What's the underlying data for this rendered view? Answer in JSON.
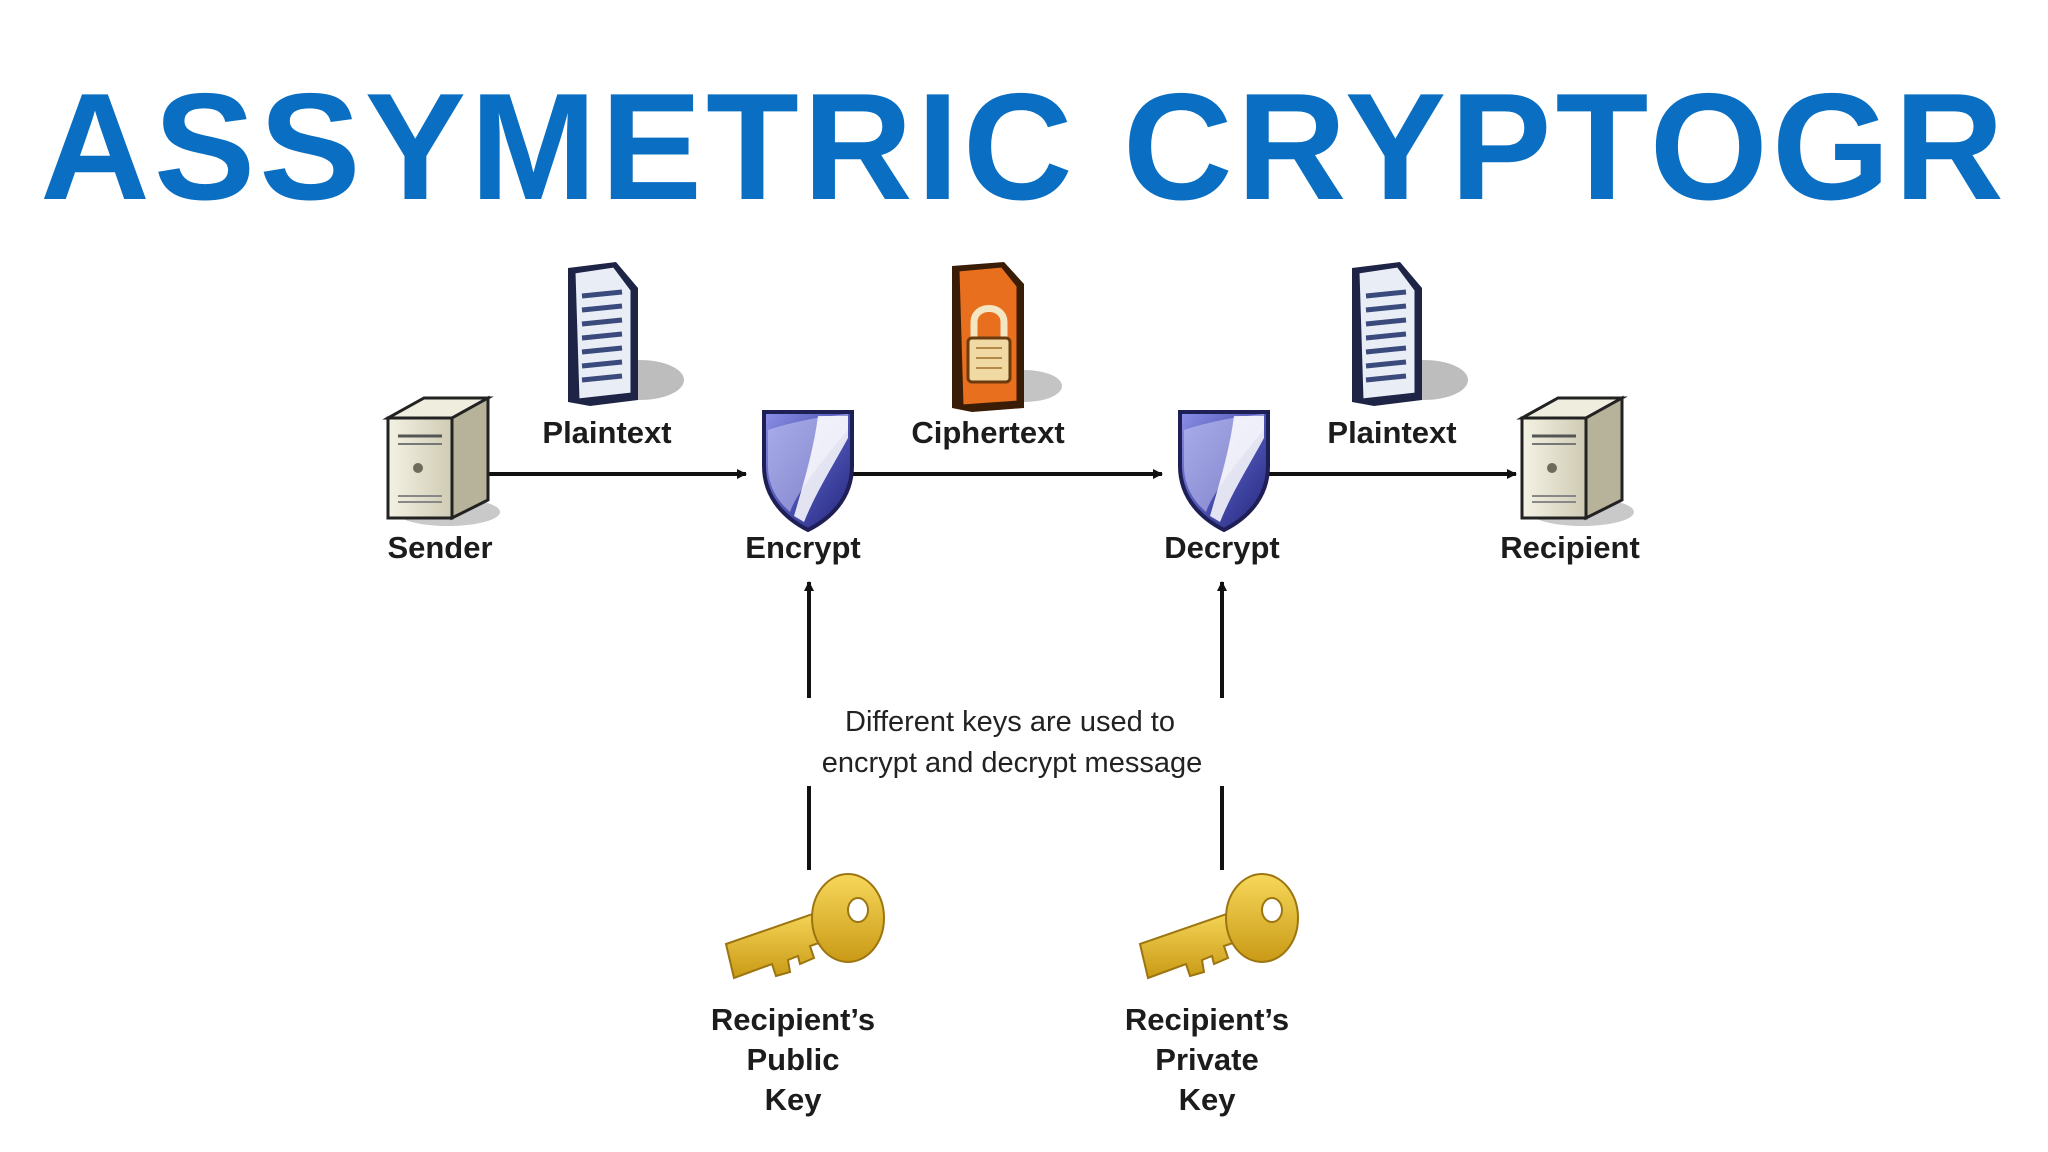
{
  "title": "ASSYMETRIC CRYPTOGR",
  "colors": {
    "title": "#0a6fc2",
    "shield": "#4a4fb0",
    "key": "#e9b92a",
    "lock_doc": "#e06a1e",
    "arrow": "#111111"
  },
  "nodes": {
    "sender": "Sender",
    "encrypt": "Encrypt",
    "decrypt": "Decrypt",
    "recipient": "Recipient"
  },
  "messages": {
    "plaintext_in": "Plaintext",
    "ciphertext": "Ciphertext",
    "plaintext_out": "Plaintext"
  },
  "note": {
    "line1": "Different keys are used to",
    "line2": "encrypt and decrypt message"
  },
  "keys": {
    "public": {
      "line1": "Recipient’s",
      "line2": "Public",
      "line3": "Key"
    },
    "private": {
      "line1": "Recipient’s",
      "line2": "Private",
      "line3": "Key"
    }
  },
  "icons": {
    "server": "server-icon",
    "document": "document-icon",
    "locked_document": "locked-document-icon",
    "shield": "shield-icon",
    "key": "key-icon"
  }
}
